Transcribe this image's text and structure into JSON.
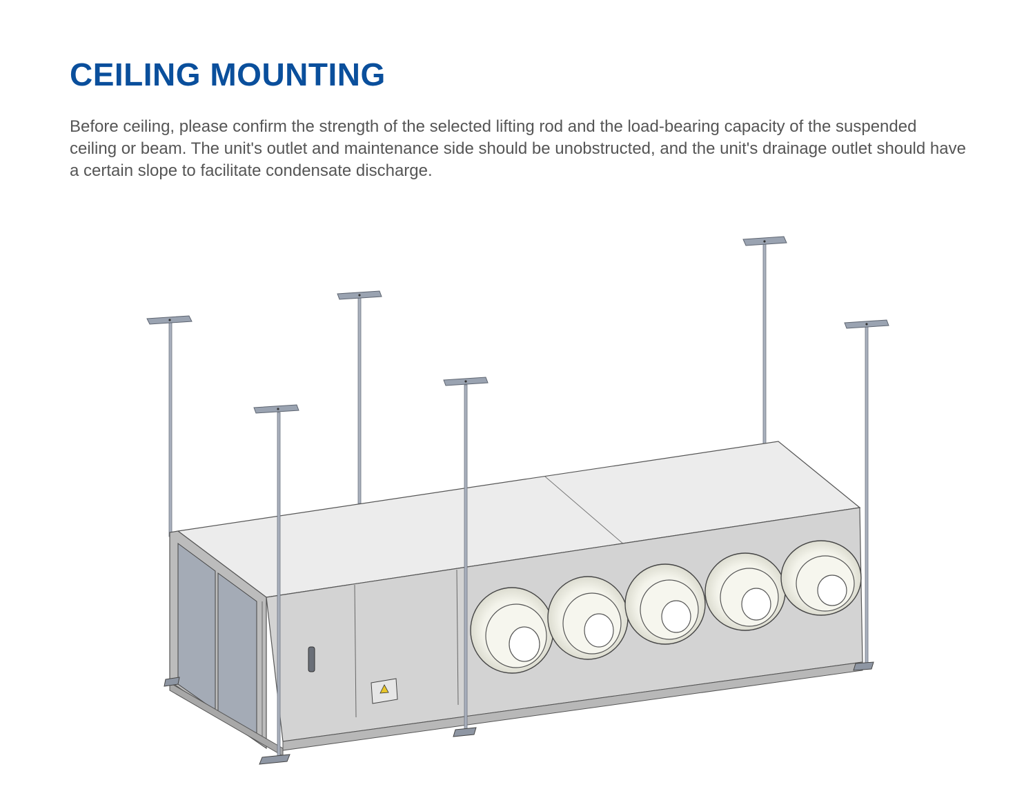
{
  "title": "CEILING MOUNTING",
  "description": "Before ceiling, please confirm the strength of the selected lifting rod and the load-bearing capacity of the suspended ceiling or beam. The unit's outlet and maintenance side should be unobstructed, and the unit's drainage outlet should have a certain slope to facilitate condensate discharge.",
  "colors": {
    "title": "#0a4f9c",
    "body_text": "#555555",
    "unit_top": "#ececec",
    "unit_front": "#d3d3d3",
    "unit_side": "#bcbcbc",
    "filter_panel": "#a4abb6",
    "outlet_ring": "#f4f4ec",
    "rod": "#a9b0bd",
    "mount_plate": "#9aa3b1"
  },
  "illustration": {
    "subject": "ceiling-suspended-air-handling-unit",
    "lifting_rods": 6,
    "air_outlets": 5,
    "icons": [
      "door-handle-icon",
      "electrical-box-icon",
      "warning-icon"
    ]
  }
}
